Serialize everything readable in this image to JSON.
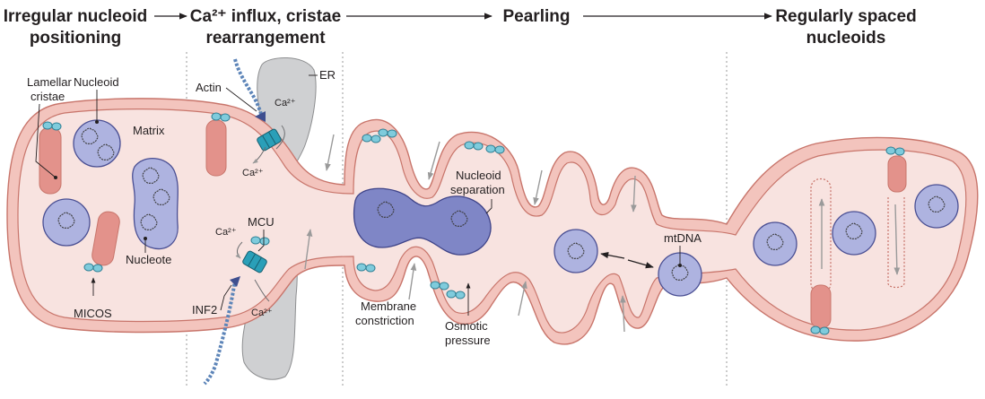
{
  "stages": [
    {
      "line1": "Irregular nucleoid",
      "line2": "positioning"
    },
    {
      "line1": "Ca²⁺ influx, cristae",
      "line2": "rearrangement"
    },
    {
      "line1": "Pearling",
      "line2": ""
    },
    {
      "line1": "Regularly spaced",
      "line2": "nucleoids"
    }
  ],
  "labels": {
    "lamellar_cristae_1": "Lamellar",
    "lamellar_cristae_2": "cristae",
    "nucleoid": "Nucleoid",
    "matrix": "Matrix",
    "nucleote": "Nucleote",
    "micos": "MICOS",
    "actin": "Actin",
    "er": "ER",
    "ca_er_top": "Ca²⁺",
    "ca_in_top": "Ca²⁺",
    "ca_in_bottom": "Ca²⁺",
    "mcu": "MCU",
    "inf2": "INF2",
    "ca_er_bottom": "Ca²⁺",
    "nucleoid_sep_1": "Nucleoid",
    "nucleoid_sep_2": "separation",
    "membrane_1": "Membrane",
    "membrane_2": "constriction",
    "osmotic_1": "Osmotic",
    "osmotic_2": "pressure",
    "mtdna": "mtDNA"
  },
  "colors": {
    "outer_membrane": "#f3c4bd",
    "membrane_stroke": "#c8756b",
    "matrix_fill": "#f8e3e0",
    "cristae": "#e3928b",
    "nucleoid_fill": "#aeb3e0",
    "nucleoid_stroke": "#4a4f93",
    "er_fill": "#cfd0d2",
    "micos": "#7fcbdc",
    "mcu": "#2a9fb8",
    "actin": "#5c84b8",
    "divider": "#9a9a9a",
    "arrow": "#9a9a9a"
  }
}
